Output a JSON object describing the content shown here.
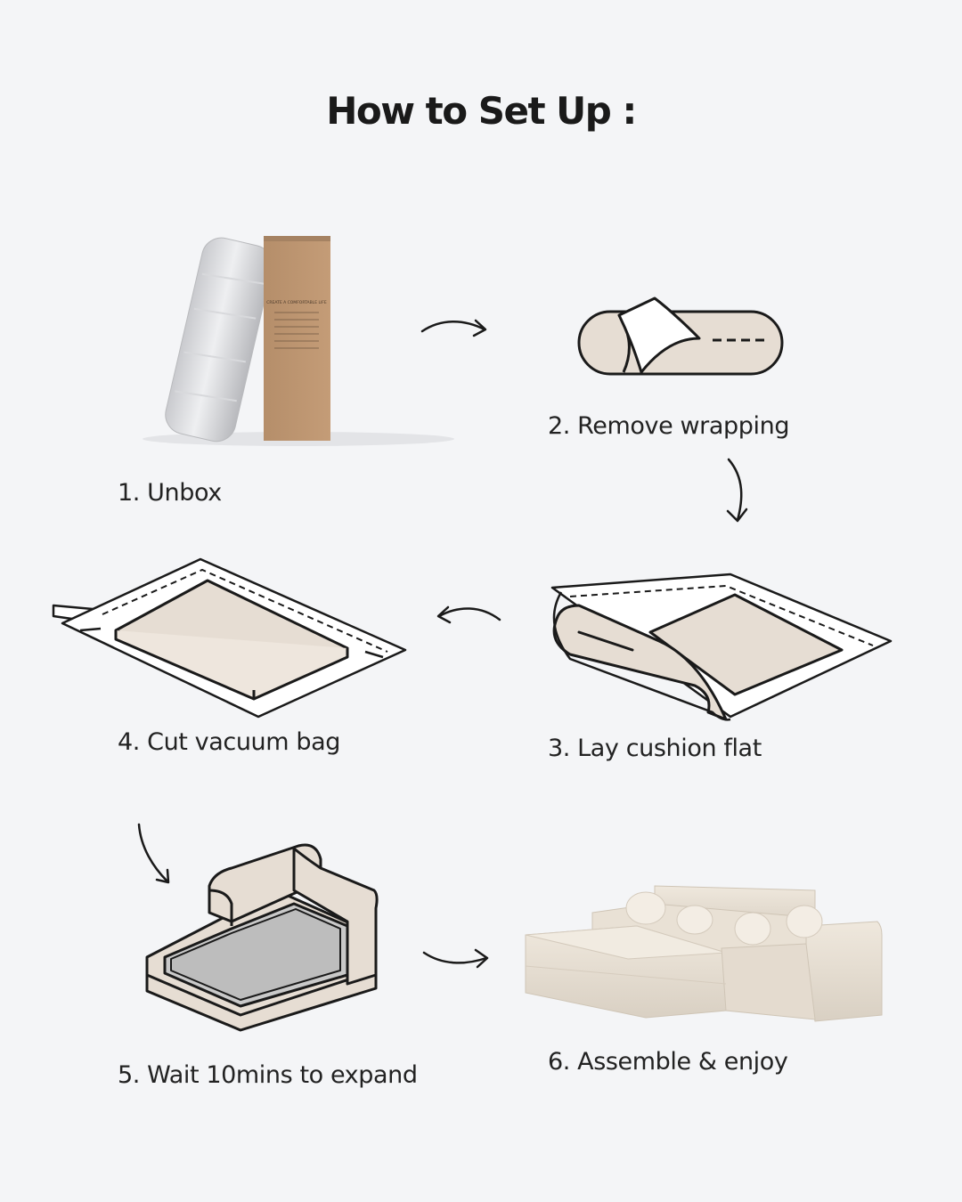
{
  "title": "How to Set Up :",
  "steps": [
    {
      "label": "1. Unbox",
      "image": "rolled-cushion-and-box"
    },
    {
      "label": "2. Remove wrapping",
      "image": "rolled-cushion-icon"
    },
    {
      "label": "3. Lay cushion flat",
      "image": "unrolled-cushion-icon"
    },
    {
      "label": "4. Cut vacuum bag",
      "image": "flat-cushion-bag-icon"
    },
    {
      "label": "5. Wait 10mins to expand",
      "image": "expanded-sofa-module-icon"
    },
    {
      "label": "6. Assemble & enjoy",
      "image": "sectional-sofa-photo"
    }
  ],
  "box_text": "CREATE A COMFORTABLE LIFE",
  "colors": {
    "background": "#f4f5f7",
    "cushion_fill": "#e6ddd3",
    "line": "#1a1a1a"
  }
}
